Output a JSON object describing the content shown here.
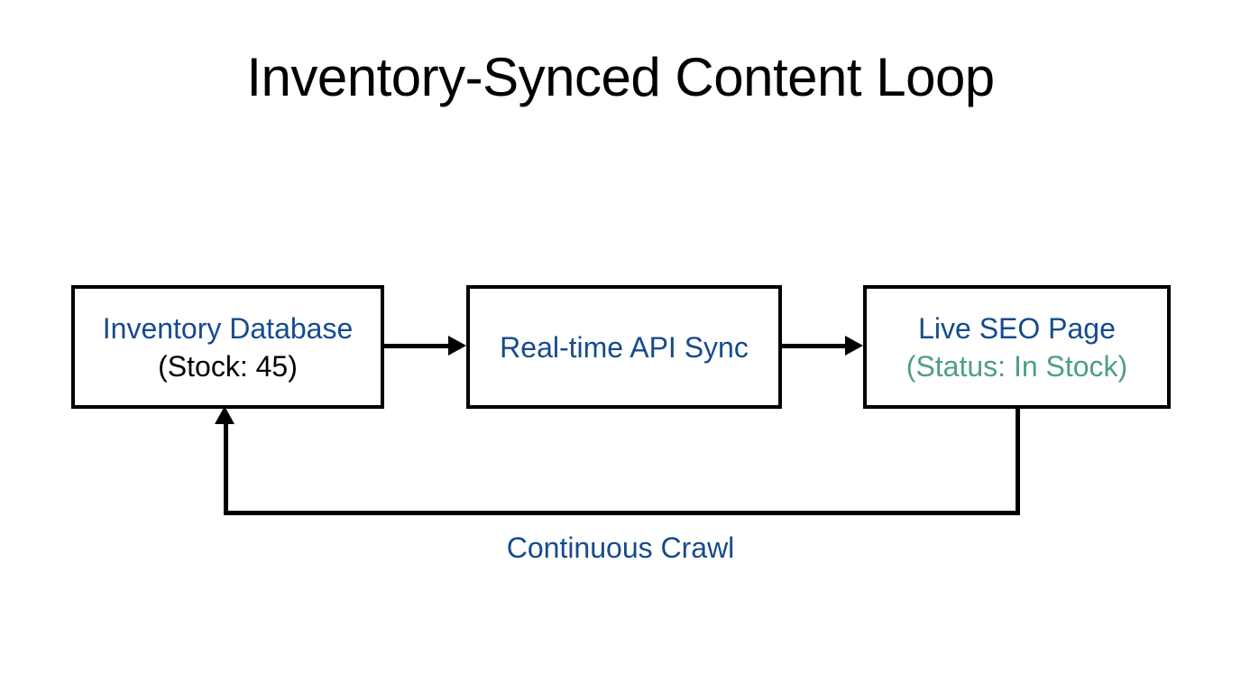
{
  "page": {
    "title": "Inventory-Synced Content Loop",
    "background_color": "#ffffff"
  },
  "colors": {
    "title_text": "#000000",
    "node_primary_text": "#164b8c",
    "node_detail_text": "#000000",
    "status_text": "#4e9e8a",
    "edge": "#000000",
    "node_border": "#000000",
    "node_fill": "#ffffff"
  },
  "diagram": {
    "type": "flowchart",
    "direction": "left-to-right with feedback loop",
    "nodes": [
      {
        "id": "inventory-database",
        "primary_label": "Inventory Database",
        "detail_label": "(Stock: 45)",
        "primary_color": "#164b8c",
        "detail_color": "#000000"
      },
      {
        "id": "api-sync",
        "primary_label": "Real-time API Sync",
        "detail_label": "",
        "primary_color": "#164b8c",
        "detail_color": "#000000"
      },
      {
        "id": "seo-page",
        "primary_label": "Live SEO Page",
        "detail_label": "(Status: In Stock)",
        "primary_color": "#164b8c",
        "detail_color": "#4e9e8a"
      }
    ],
    "edges": [
      {
        "id": "db-to-sync",
        "from": "inventory-database",
        "to": "api-sync",
        "label": "",
        "style": "solid-arrow"
      },
      {
        "id": "sync-to-seo",
        "from": "api-sync",
        "to": "seo-page",
        "label": "",
        "style": "solid-arrow"
      },
      {
        "id": "seo-to-db-feedback",
        "from": "seo-page",
        "to": "inventory-database",
        "label": "Continuous Crawl",
        "style": "solid-arrow-orthogonal-feedback"
      }
    ]
  }
}
